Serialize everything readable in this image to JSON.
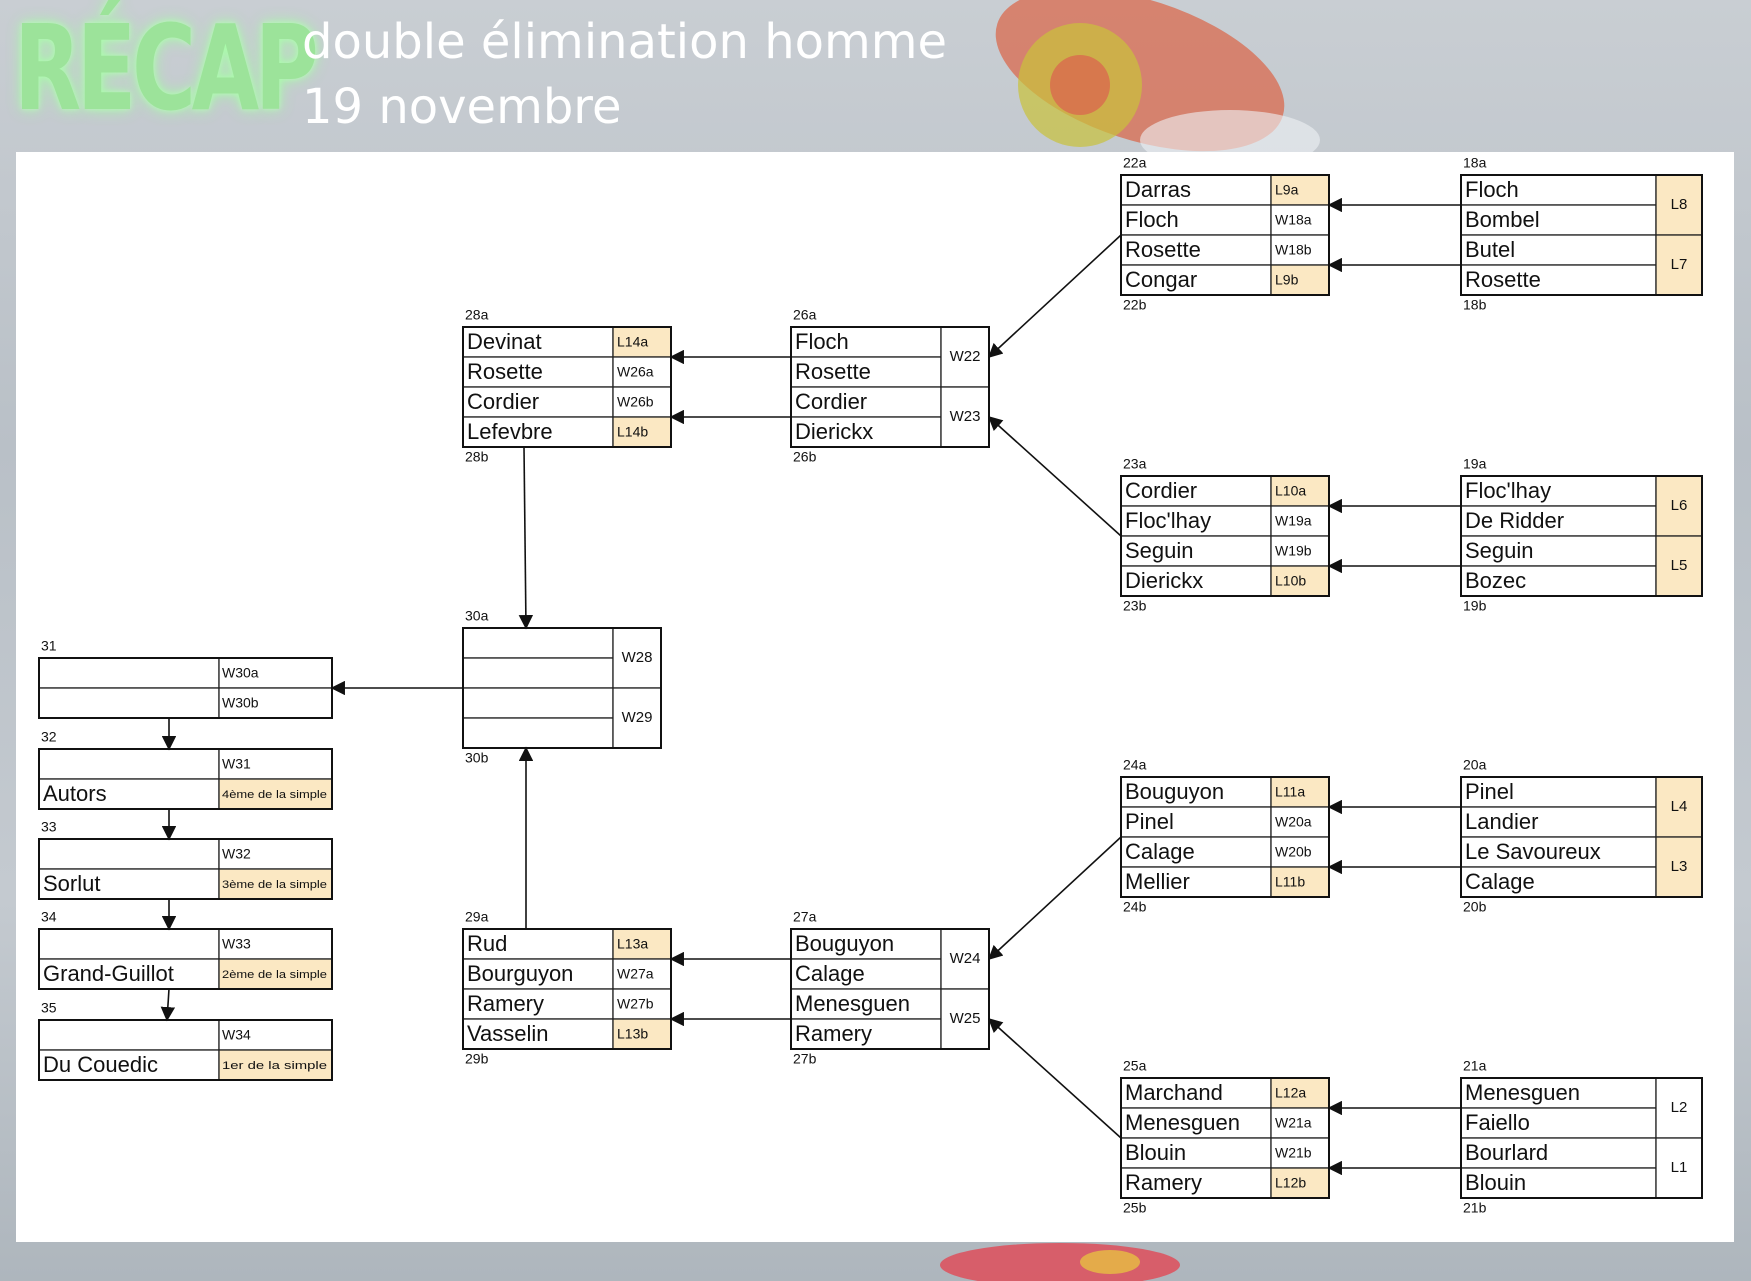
{
  "header": {
    "title": "RÉCAP",
    "line1": "double élimination homme",
    "line2": "19 novembre"
  },
  "colors": {
    "tag_fill": "#fbe8c3",
    "recap_green": "#9ce39a",
    "sheet": "#ffffff"
  },
  "bracket": {
    "top_matches": [
      {
        "id": "m22",
        "top": "22a",
        "bottom": "22b",
        "rows": [
          {
            "name": "Darras",
            "tag": "L9a",
            "hl": true
          },
          {
            "name": "Floch",
            "tag": "W18a",
            "hl": false
          },
          {
            "name": "Rosette",
            "tag": "W18b",
            "hl": false
          },
          {
            "name": "Congar",
            "tag": "L9b",
            "hl": true
          }
        ]
      },
      {
        "id": "m23",
        "top": "23a",
        "bottom": "23b",
        "rows": [
          {
            "name": "Cordier",
            "tag": "L10a",
            "hl": true
          },
          {
            "name": "Floc'lhay",
            "tag": "W19a",
            "hl": false
          },
          {
            "name": "Seguin",
            "tag": "W19b",
            "hl": false
          },
          {
            "name": "Dierickx",
            "tag": "L10b",
            "hl": true
          }
        ]
      },
      {
        "id": "m24",
        "top": "24a",
        "bottom": "24b",
        "rows": [
          {
            "name": "Bouguyon",
            "tag": "L11a",
            "hl": true
          },
          {
            "name": "Pinel",
            "tag": "W20a",
            "hl": false
          },
          {
            "name": "Calage",
            "tag": "W20b",
            "hl": false
          },
          {
            "name": "Mellier",
            "tag": "L11b",
            "hl": true
          }
        ]
      },
      {
        "id": "m25",
        "top": "25a",
        "bottom": "25b",
        "rows": [
          {
            "name": "Marchand",
            "tag": "L12a",
            "hl": true
          },
          {
            "name": "Menesguen",
            "tag": "W21a",
            "hl": false
          },
          {
            "name": "Blouin",
            "tag": "W21b",
            "hl": false
          },
          {
            "name": "Ramery",
            "tag": "L12b",
            "hl": true
          }
        ]
      },
      {
        "id": "m28",
        "top": "28a",
        "bottom": "28b",
        "rows": [
          {
            "name": "Devinat",
            "tag": "L14a",
            "hl": true
          },
          {
            "name": "Rosette",
            "tag": "W26a",
            "hl": false
          },
          {
            "name": "Cordier",
            "tag": "W26b",
            "hl": false
          },
          {
            "name": "Lefevbre",
            "tag": "L14b",
            "hl": true
          }
        ]
      },
      {
        "id": "m29",
        "top": "29a",
        "bottom": "29b",
        "rows": [
          {
            "name": "Rud",
            "tag": "L13a",
            "hl": true
          },
          {
            "name": "Bourguyon",
            "tag": "W27a",
            "hl": false
          },
          {
            "name": "Ramery",
            "tag": "W27b",
            "hl": false
          },
          {
            "name": "Vasselin",
            "tag": "L13b",
            "hl": true
          }
        ]
      }
    ],
    "source_matches": [
      {
        "id": "m18",
        "top": "18a",
        "bottom": "18b",
        "names": [
          "Floch",
          "Bombel",
          "Butel",
          "Rosette"
        ],
        "tags": [
          "L8",
          "L7"
        ],
        "hl": true
      },
      {
        "id": "m19",
        "top": "19a",
        "bottom": "19b",
        "names": [
          "Floc'lhay",
          "De Ridder",
          "Seguin",
          "Bozec"
        ],
        "tags": [
          "L6",
          "L5"
        ],
        "hl": true
      },
      {
        "id": "m20",
        "top": "20a",
        "bottom": "20b",
        "names": [
          "Pinel",
          "Landier",
          "Le Savoureux",
          "Calage"
        ],
        "tags": [
          "L4",
          "L3"
        ],
        "hl": true
      },
      {
        "id": "m21",
        "top": "21a",
        "bottom": "21b",
        "names": [
          "Menesguen",
          "Faiello",
          "Bourlard",
          "Blouin"
        ],
        "tags": [
          "L2",
          "L1"
        ],
        "hl": false
      },
      {
        "id": "m26",
        "top": "26a",
        "bottom": "26b",
        "names": [
          "Floch",
          "Rosette",
          "Cordier",
          "Dierickx"
        ],
        "tags": [
          "W22",
          "W23"
        ],
        "hl": false
      },
      {
        "id": "m27",
        "top": "27a",
        "bottom": "27b",
        "names": [
          "Bouguyon",
          "Calage",
          "Menesguen",
          "Ramery"
        ],
        "tags": [
          "W24",
          "W25"
        ],
        "hl": false
      },
      {
        "id": "m30",
        "top": "30a",
        "bottom": "30b",
        "names": [
          "",
          "",
          "",
          ""
        ],
        "tags": [
          "W28",
          "W29"
        ],
        "hl": false
      }
    ],
    "final_matches": [
      {
        "id": "m31",
        "label": "31",
        "rows": [
          {
            "name": "",
            "tag": "W30a",
            "hl": false
          },
          {
            "name": "",
            "tag": "W30b",
            "hl": false
          }
        ]
      },
      {
        "id": "m32",
        "label": "32",
        "rows": [
          {
            "name": "",
            "tag": "W31",
            "hl": false
          },
          {
            "name": "Autors",
            "tag": "4ème de la simple",
            "hl": true
          }
        ]
      },
      {
        "id": "m33",
        "label": "33",
        "rows": [
          {
            "name": "",
            "tag": "W32",
            "hl": false
          },
          {
            "name": "Sorlut",
            "tag": "3ème de la simple",
            "hl": true
          }
        ]
      },
      {
        "id": "m34",
        "label": "34",
        "rows": [
          {
            "name": "",
            "tag": "W33",
            "hl": false
          },
          {
            "name": "Grand-Guillot",
            "tag": "2ème de la simple",
            "hl": true
          }
        ]
      },
      {
        "id": "m35",
        "label": "35",
        "rows": [
          {
            "name": "",
            "tag": "W34",
            "hl": false
          },
          {
            "name": "Du Couedic",
            "tag": "1er de la simple",
            "hl": true
          }
        ]
      }
    ]
  }
}
